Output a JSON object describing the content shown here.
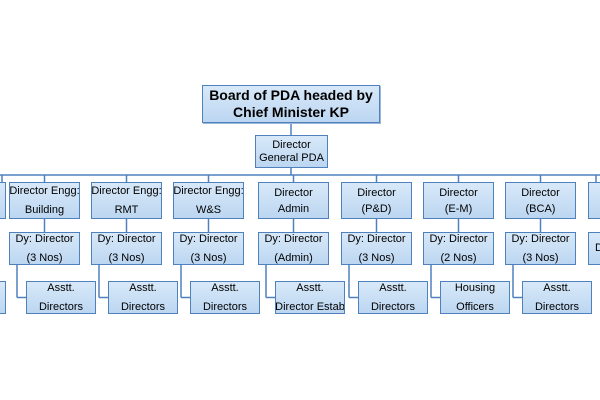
{
  "colors": {
    "box_fill": "#c6dcf4",
    "box_border": "#4f81bd",
    "line": "#4f81bd"
  },
  "chart_title": {
    "line1": "Board of PDA headed by",
    "line2": "Chief Minister KP"
  },
  "dg": {
    "line1": "Director",
    "line2": "General PDA"
  },
  "columns": [
    {
      "director": {
        "line1": "Director Engg:",
        "line2": "Building"
      },
      "deputy": {
        "line1": "Dy: Director",
        "line2": "(3 Nos)"
      },
      "assistant": {
        "line1": "Asstt.",
        "line2": "Directors"
      }
    },
    {
      "director": {
        "line1": "Director Engg:",
        "line2": "RMT"
      },
      "deputy": {
        "line1": "Dy: Director",
        "line2": "(3 Nos)"
      },
      "assistant": {
        "line1": "Asstt.",
        "line2": "Directors"
      }
    },
    {
      "director": {
        "line1": "Director Engg:",
        "line2": "W&S"
      },
      "deputy": {
        "line1": "Dy: Director",
        "line2": "(3 Nos)"
      },
      "assistant": {
        "line1": "Asstt.",
        "line2": "Directors"
      }
    },
    {
      "director": {
        "line1": "Director",
        "line2": "Admin"
      },
      "deputy": {
        "line1": "Dy: Director",
        "line2": "(Admin)"
      },
      "assistant": {
        "line1": "Asstt.",
        "line2": "Director Estab"
      }
    },
    {
      "director": {
        "line1": "Director",
        "line2": "(P&D)"
      },
      "deputy": {
        "line1": "Dy: Director",
        "line2": "(3 Nos)"
      },
      "assistant": {
        "line1": "Asstt.",
        "line2": "Directors"
      }
    },
    {
      "director": {
        "line1": "Director",
        "line2": "(E-M)"
      },
      "deputy": {
        "line1": "Dy: Director",
        "line2": "(2 Nos)"
      },
      "assistant": {
        "line1": "Housing",
        "line2": "Officers"
      }
    },
    {
      "director": {
        "line1": "Director",
        "line2": "(BCA)"
      },
      "deputy": {
        "line1": "Dy: Director",
        "line2": "(3 Nos)"
      },
      "assistant": {
        "line1": "Asstt.",
        "line2": "Directors"
      }
    }
  ],
  "edge_right": {
    "deputy_partial": "D"
  }
}
